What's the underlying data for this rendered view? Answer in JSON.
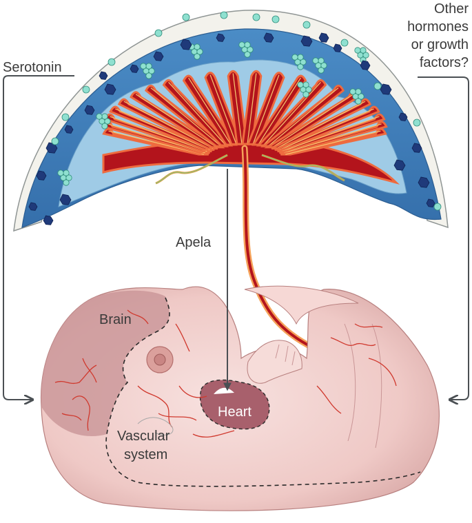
{
  "labels": {
    "serotonin": "Serotonin",
    "other_line1": "Other",
    "other_line2": "hormones",
    "other_line3": "or growth",
    "other_line4": "factors?",
    "apela": "Apela",
    "brain": "Brain",
    "heart": "Heart",
    "vascular_line1": "Vascular",
    "vascular_line2": "system"
  },
  "colors": {
    "decidua": "#f3f2ec",
    "decidua_outline": "#8f9594",
    "placenta_blue": "#3f7fba",
    "placenta_light_blue": "#9fcbe6",
    "villi_red": "#b3141c",
    "villi_orange": "#ee6b3f",
    "villi_yellow": "#f7c970",
    "cluster_cyan": "#8fe0d0",
    "dark_cells": "#1f3a7a",
    "embryo_skin": "#f2d0cd",
    "embryo_shadow": "#d9a8a8",
    "brain_region": "#c99597",
    "heart_region": "#a8606c",
    "vessel_red": "#d0392e",
    "arrow_gray": "#4a4f53"
  }
}
